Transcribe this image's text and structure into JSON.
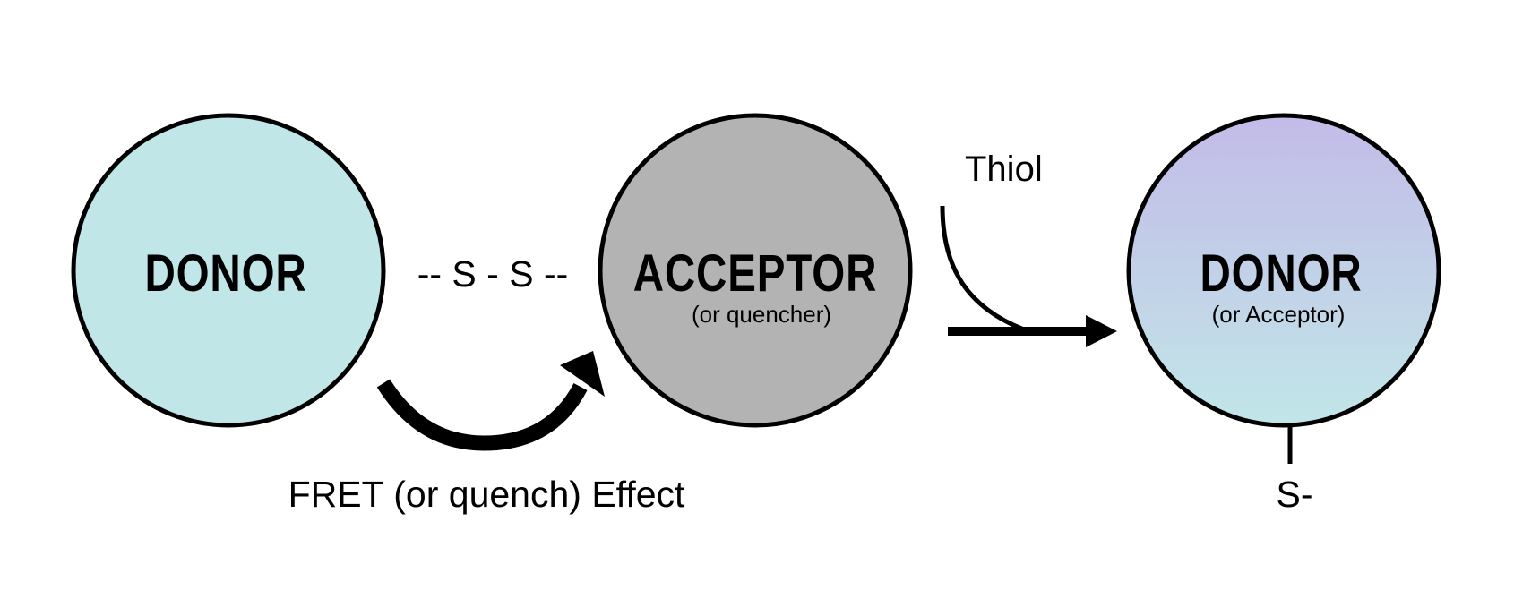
{
  "colors": {
    "donor_fill": "#c1e6e8",
    "acceptor_fill": "#b3b3b3",
    "product_top": "#c3bbe8",
    "product_bottom": "#c1e6e8",
    "stroke": "#000000"
  },
  "donor": {
    "title": "DONOR"
  },
  "linker": {
    "label": "-- S - S --"
  },
  "acceptor": {
    "title": "ACCEPTOR",
    "subtitle": "(or quencher)"
  },
  "fret": {
    "label": "FRET (or quench) Effect"
  },
  "reaction": {
    "reagent": "Thiol"
  },
  "product": {
    "title": "DONOR",
    "subtitle": "(or Acceptor)",
    "thiol_group": "S-"
  }
}
